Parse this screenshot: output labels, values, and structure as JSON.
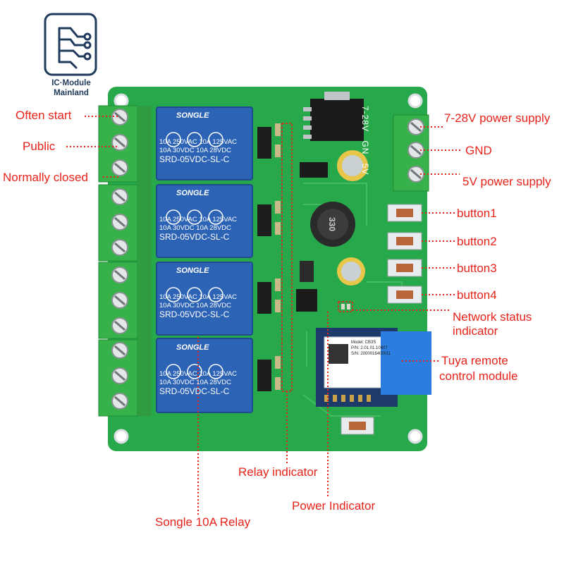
{
  "logo": {
    "line1": "IC·Module",
    "line2": "Mainland"
  },
  "labels": {
    "often_start": "Often start",
    "public": "Public",
    "normally_closed": "Normally closed",
    "power_7_28v": "7-28V power supply",
    "gnd": "GND",
    "power_5v": "5V power supply",
    "button1": "button1",
    "button2": "button2",
    "button3": "button3",
    "button4": "button4",
    "network_status_1": "Network status",
    "network_status_2": "indicator",
    "tuya_1": "Tuya remote",
    "tuya_2": "control module",
    "relay_indicator": "Relay indicator",
    "power_indicator": "Power Indicator",
    "songle_relay": "Songle 10A Relay"
  },
  "relay": {
    "brand": "SONGLE",
    "line1": "10A 250VAC  10A 125VAC",
    "line2": "10A  30VDC  10A  28VDC",
    "model": "SRD-05VDC-SL-C"
  },
  "board": {
    "terminal_labels": [
      "7-28V",
      "GN",
      "5V"
    ],
    "inductor": "330",
    "module_model": "Model: CB3S",
    "module_pn": "P/N: 2.01.01.10607",
    "module_sn": "S/N: 2000016400011"
  },
  "colors": {
    "label": "#e8231a",
    "pcb": "#27a84a",
    "relay": "#2d63b5",
    "terminal": "#37b24a"
  }
}
